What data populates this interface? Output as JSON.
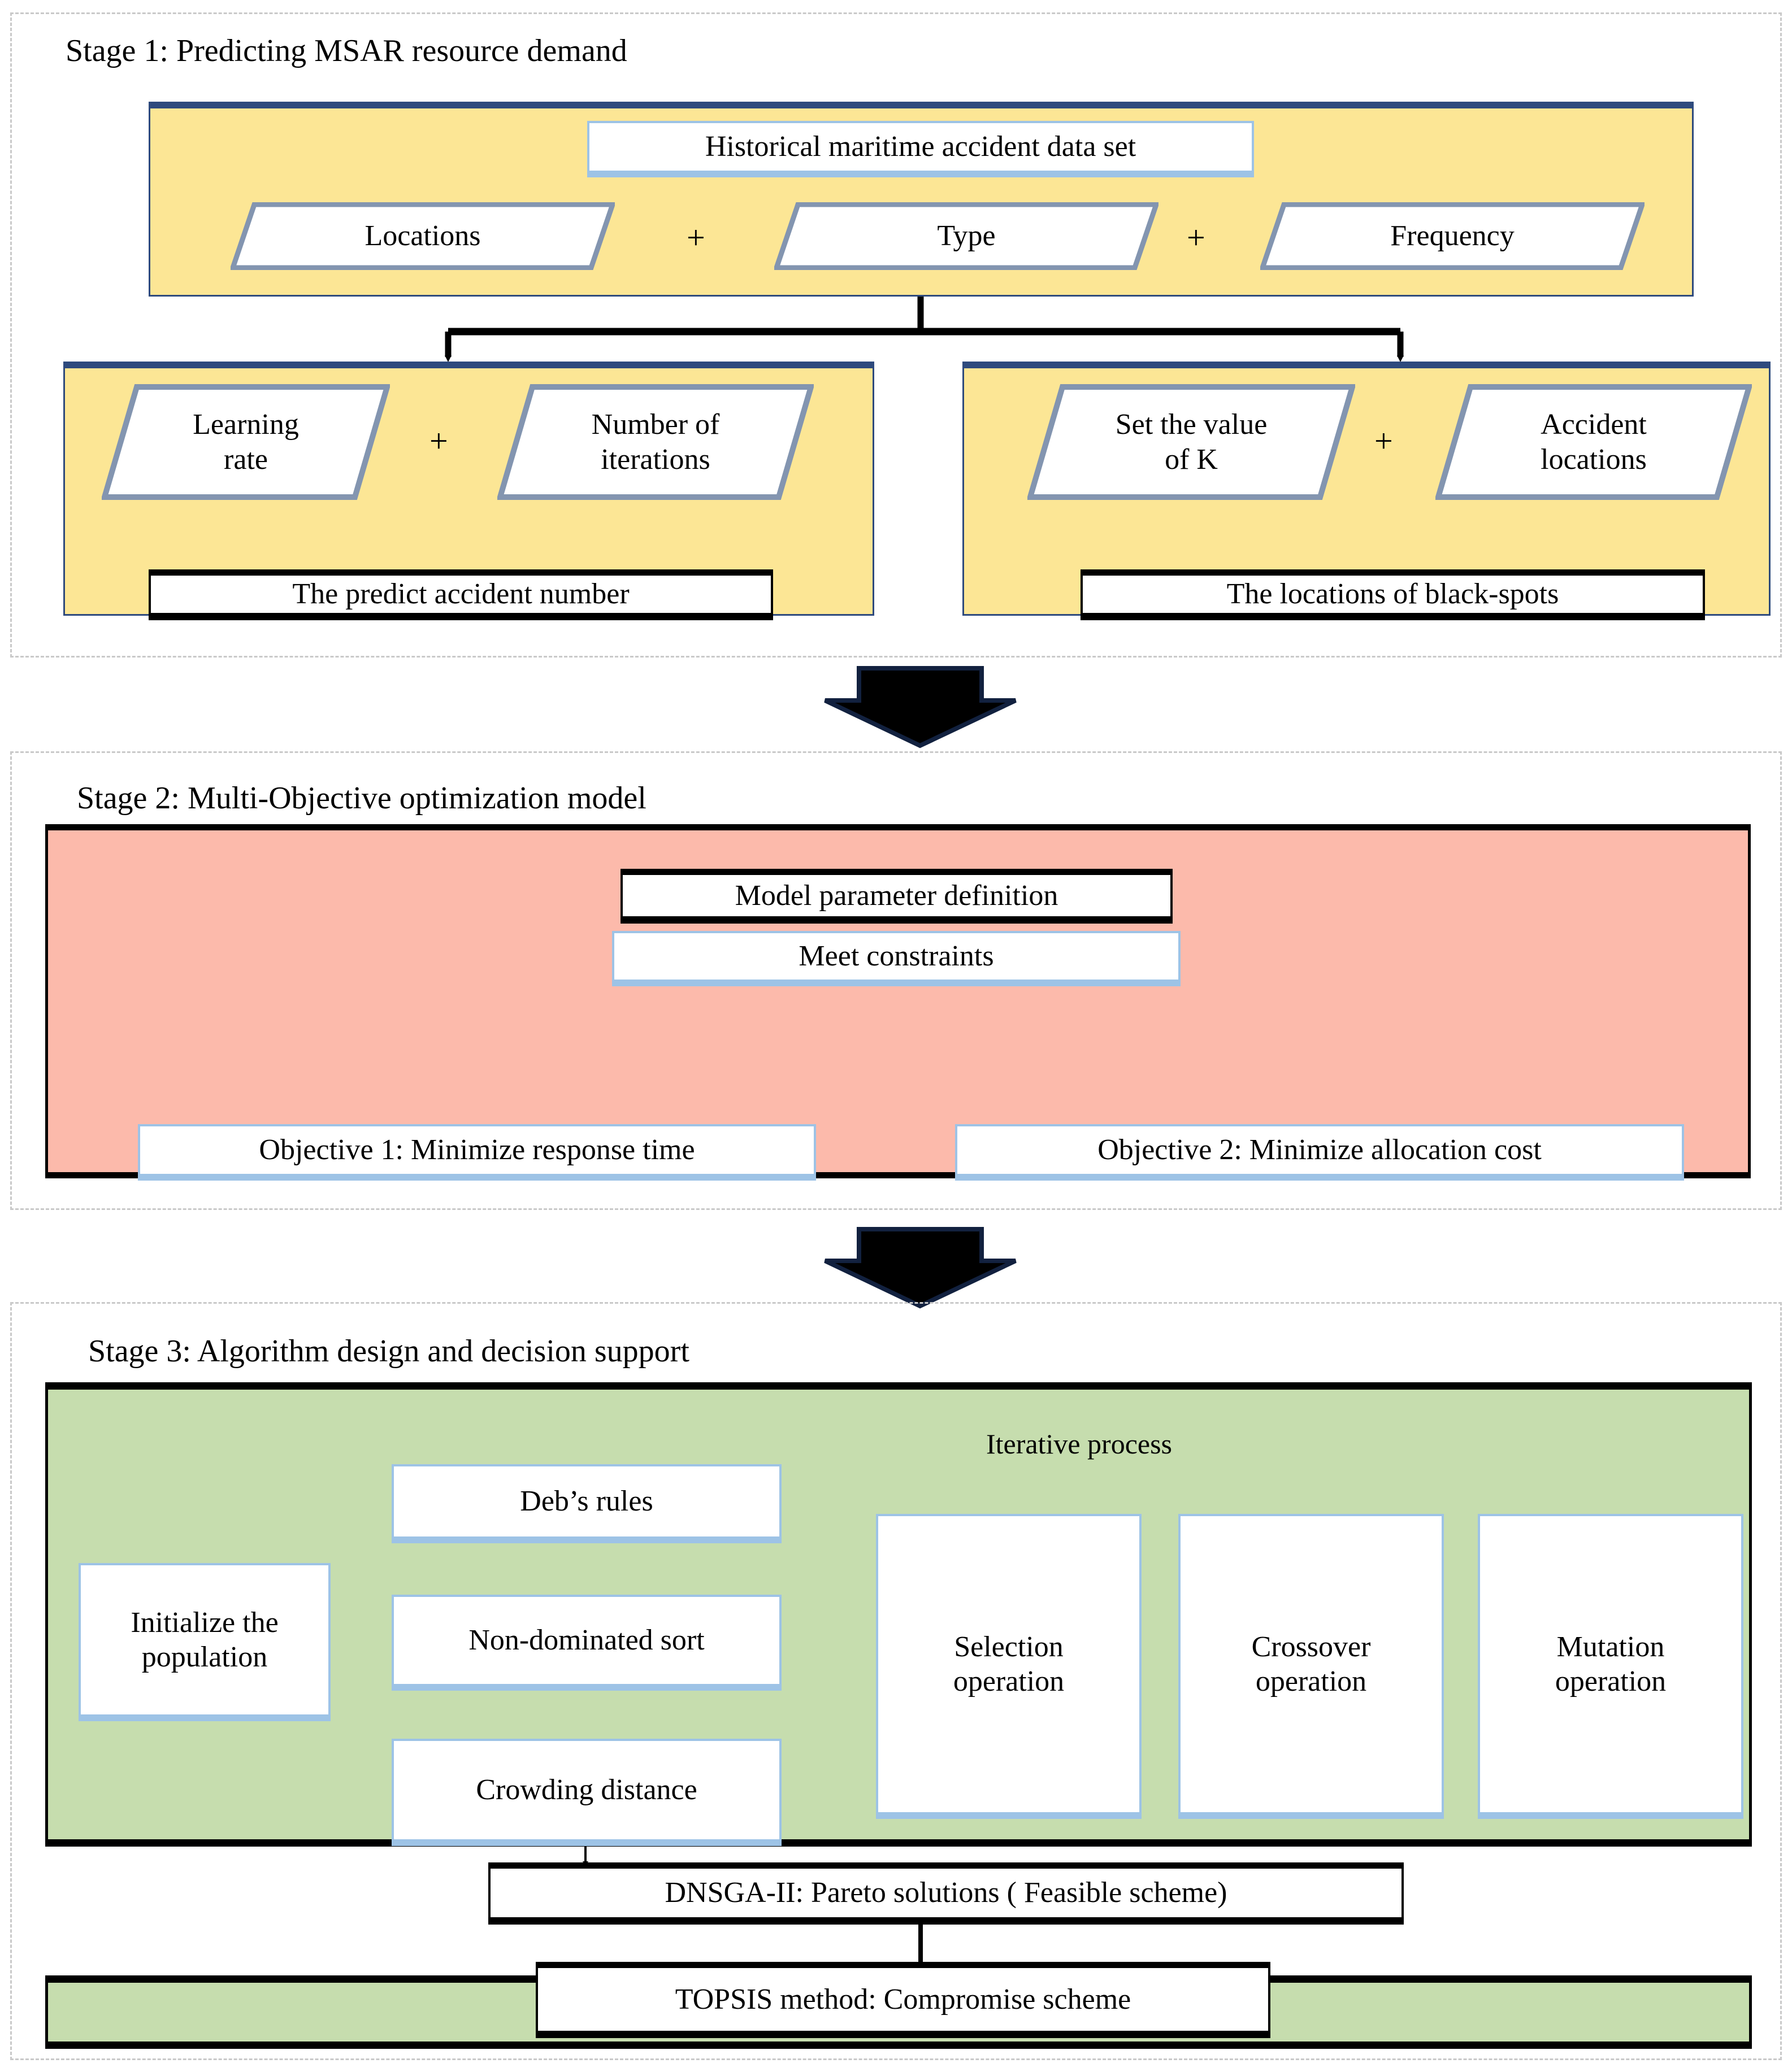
{
  "figure": {
    "type": "flowchart",
    "title": "Three-stage MSAR resource allocation framework",
    "colors": {
      "stage1_panel": "#FCE695",
      "stage2_panel": "#FCBAAB",
      "stage3_panel": "#C6DDAE",
      "node_border_blue": "#9DC3E6",
      "panel_border_navy": "#2E4A7D",
      "stage_container_dashed": "#C9C9C9",
      "arrow_black": "#000000"
    }
  },
  "stage1": {
    "title": "Stage 1: Predicting MSAR resource demand",
    "data_source_box": "Historical maritime accident data set",
    "inputs": [
      {
        "label": "Locations"
      },
      {
        "label": "Type"
      },
      {
        "label": "Frequency"
      }
    ],
    "plus_symbol": "+",
    "left_branch": {
      "params": [
        {
          "label": "Learning\nrate"
        },
        {
          "label": "Number of\niterations"
        }
      ],
      "output": "The predict accident number"
    },
    "right_branch": {
      "params": [
        {
          "label": "Set the value\nof K"
        },
        {
          "label": "Accident\nlocations"
        }
      ],
      "output": "The locations of black-spots"
    }
  },
  "stage2": {
    "title": "Stage 2:  Multi-Objective optimization model",
    "parameter_box": "Model parameter definition",
    "constraints_box": "Meet constraints",
    "objectives": [
      "Objective 1: Minimize response time",
      "Objective 2: Minimize allocation cost"
    ]
  },
  "stage3": {
    "title": "Stage 3:  Algorithm design and decision support",
    "loop_label": "Iterative process",
    "init_box": "Initialize the\npopulation",
    "deb_box": "Deb’s rules",
    "sort_box": "Non-dominated sort",
    "crowding_box": "Crowding distance",
    "operations": [
      "Selection\noperation",
      "Crossover\noperation",
      "Mutation\noperation"
    ],
    "pareto_box": "DNSGA-II: Pareto solutions ( Feasible scheme)",
    "topsis_box": "TOPSIS method: Compromise scheme"
  }
}
